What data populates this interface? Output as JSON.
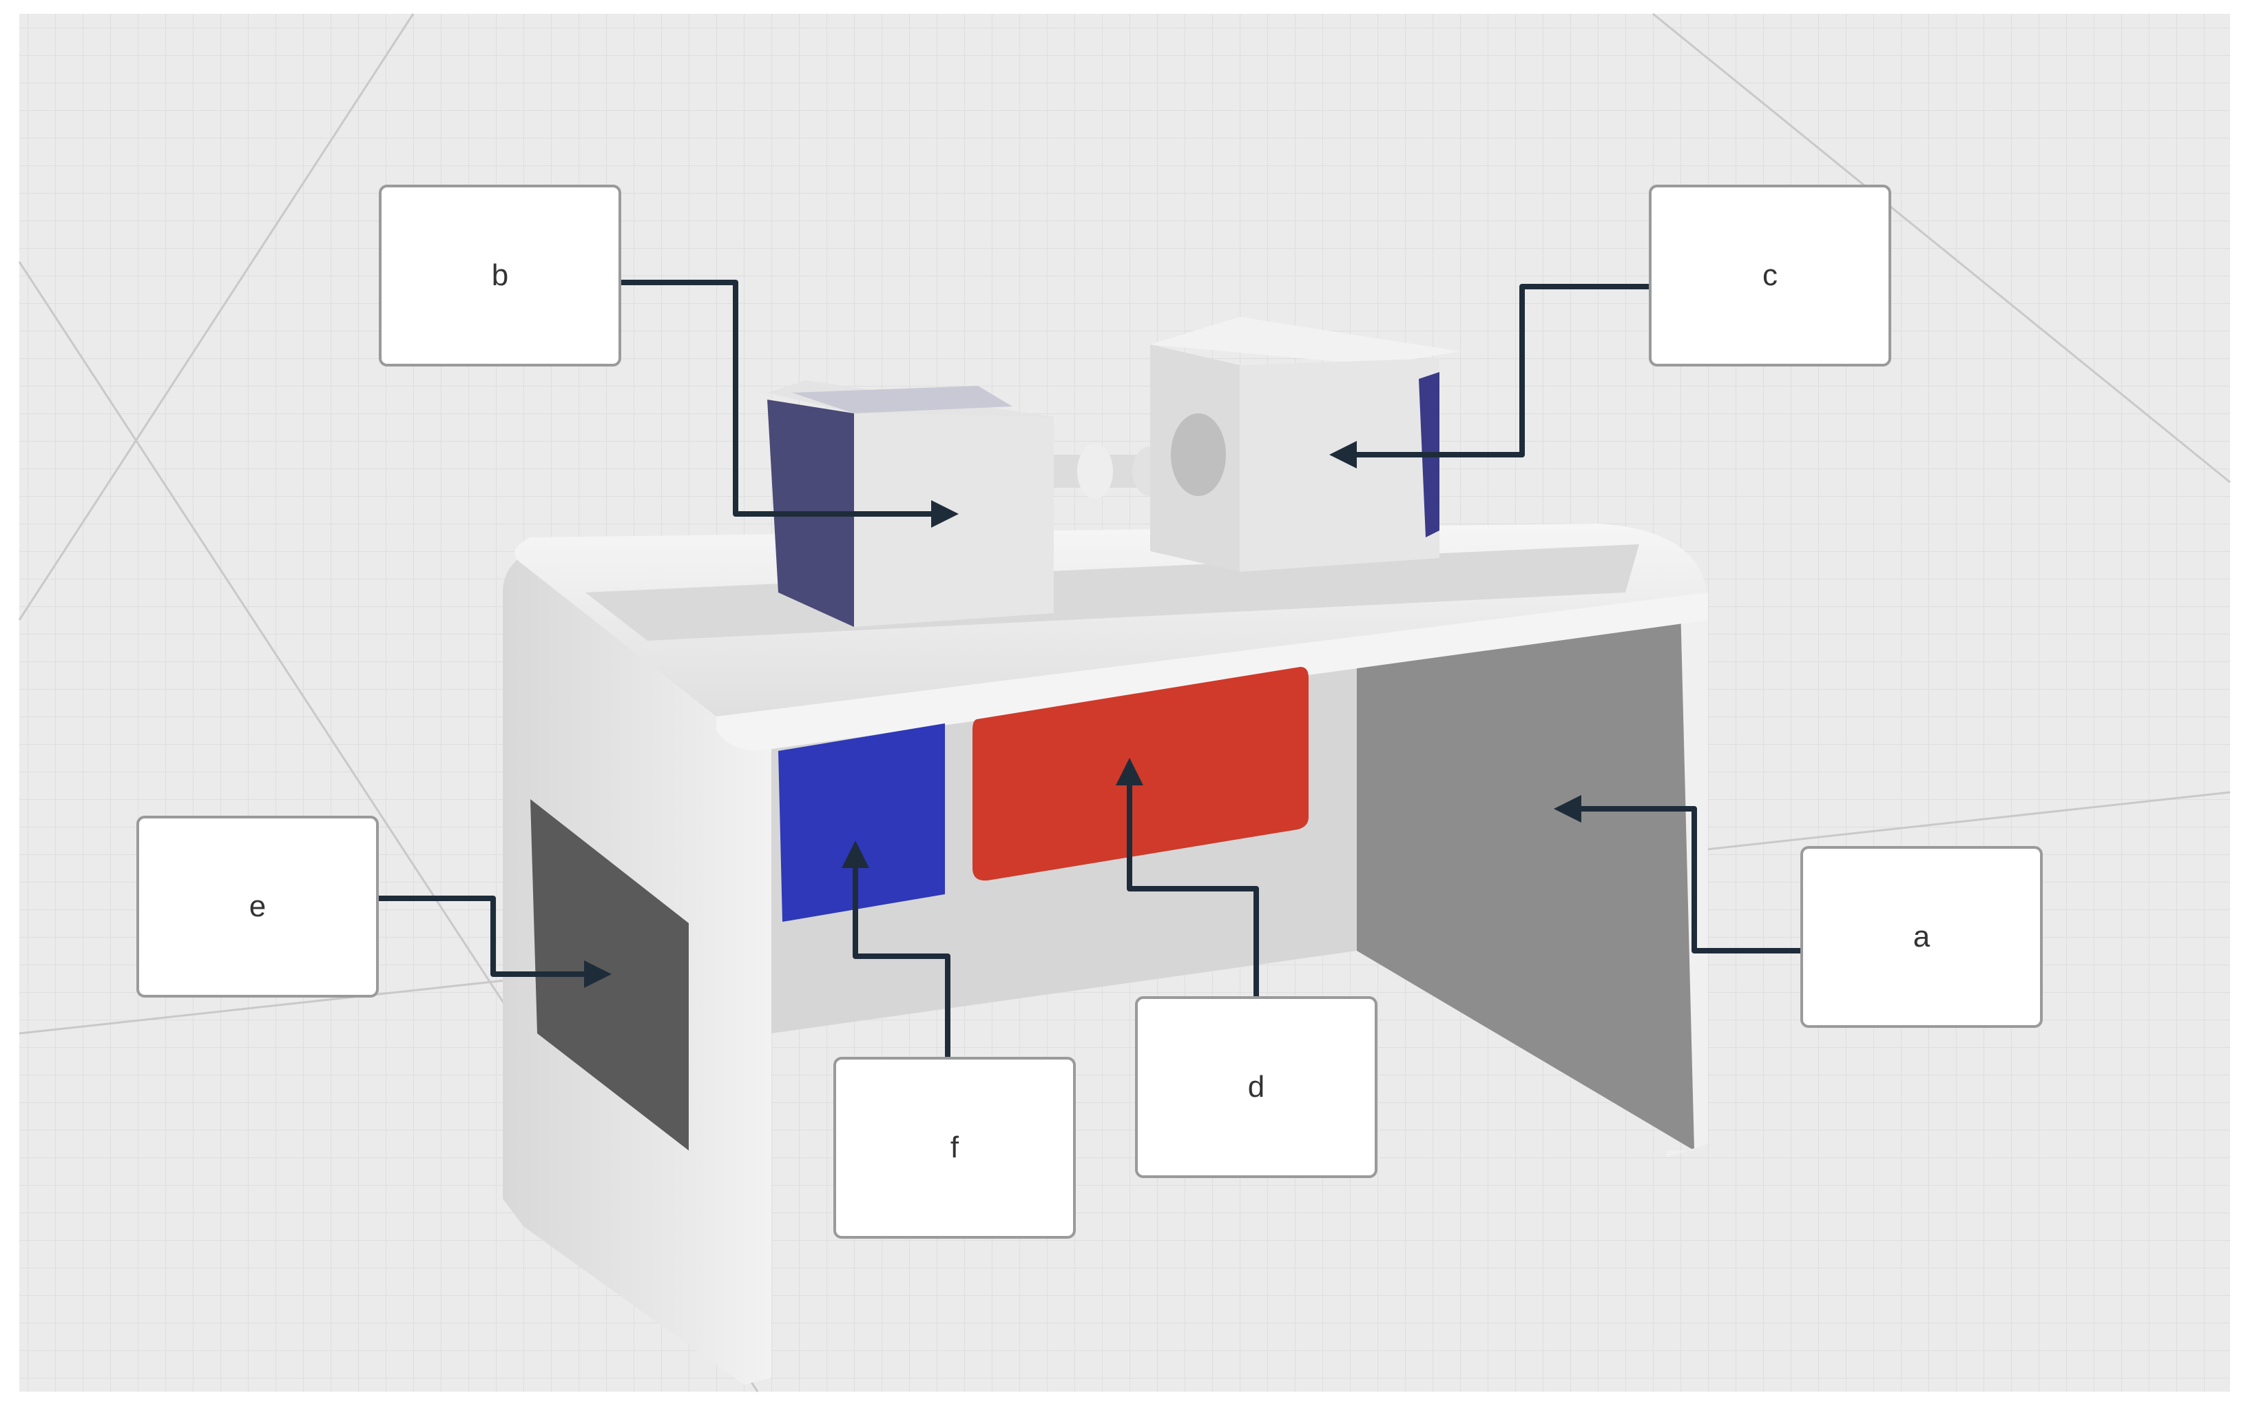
{
  "colors": {
    "viewport_background": "#e9e9e9",
    "grid_line": "#d5d5d5",
    "table_white": "#ececec",
    "table_shadow": "#cfcfcf",
    "back_panel": "#8c8c8c",
    "side_screen": "#5a5a5a",
    "blue_panel": "#2e38b8",
    "red_panel": "#cf3a2b",
    "motor_dark": "#4a4a78",
    "arrow": "#1e2c3a"
  },
  "labels": {
    "a": "a",
    "b": "b",
    "c": "c",
    "d": "d",
    "e": "e",
    "f": "f"
  },
  "icons": {
    "connector": "arrow-icon"
  }
}
